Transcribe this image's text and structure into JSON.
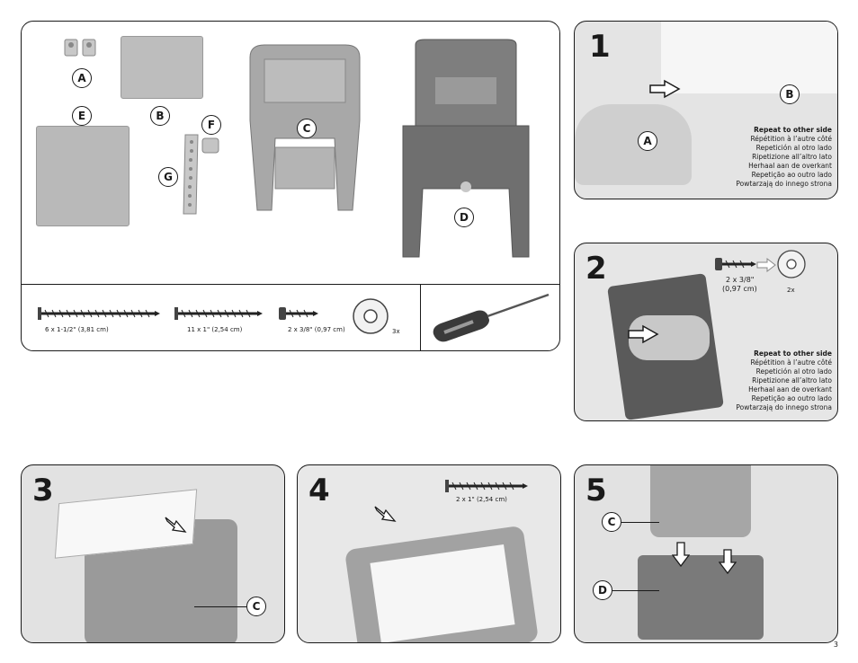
{
  "parts_panel": {
    "labels": {
      "A": "A",
      "B": "B",
      "C": "C",
      "D": "D",
      "E": "E",
      "F": "F",
      "G": "G"
    },
    "hardware": [
      {
        "caption": "6 x 1-1/2\" (3,81 cm)"
      },
      {
        "caption": "11 x 1\" (2,54 cm)"
      },
      {
        "caption": "2 x 3/8\" (0,97 cm)"
      },
      {
        "caption": "3x"
      }
    ]
  },
  "step1": {
    "number": "1",
    "callouts": {
      "a": "A",
      "b": "B"
    },
    "repeat": [
      "Repeat to other side",
      "Répétition à l’autre côté",
      "Repetición al otro lado",
      "Ripetizione all’altro lato",
      "Herhaal aan de overkant",
      "Repetição ao outro lado",
      "Powtarzają do innego strona"
    ]
  },
  "step2": {
    "number": "2",
    "screw_caption": [
      "2 x 3/8\"",
      "(0,97 cm)"
    ],
    "washer_caption": "2x",
    "repeat": [
      "Repeat to other side",
      "Répétition à l’autre côté",
      "Repetición al otro lado",
      "Ripetizione all’altro lato",
      "Herhaal aan de overkant",
      "Repetição ao outro lado",
      "Powtarzają do innego strona"
    ]
  },
  "step3": {
    "number": "3",
    "callout": "C"
  },
  "step4": {
    "number": "4",
    "screw_caption": "2 x 1\" (2,54 cm)"
  },
  "step5": {
    "number": "5",
    "callouts": {
      "c": "C",
      "d": "D"
    }
  },
  "page_number": "3"
}
